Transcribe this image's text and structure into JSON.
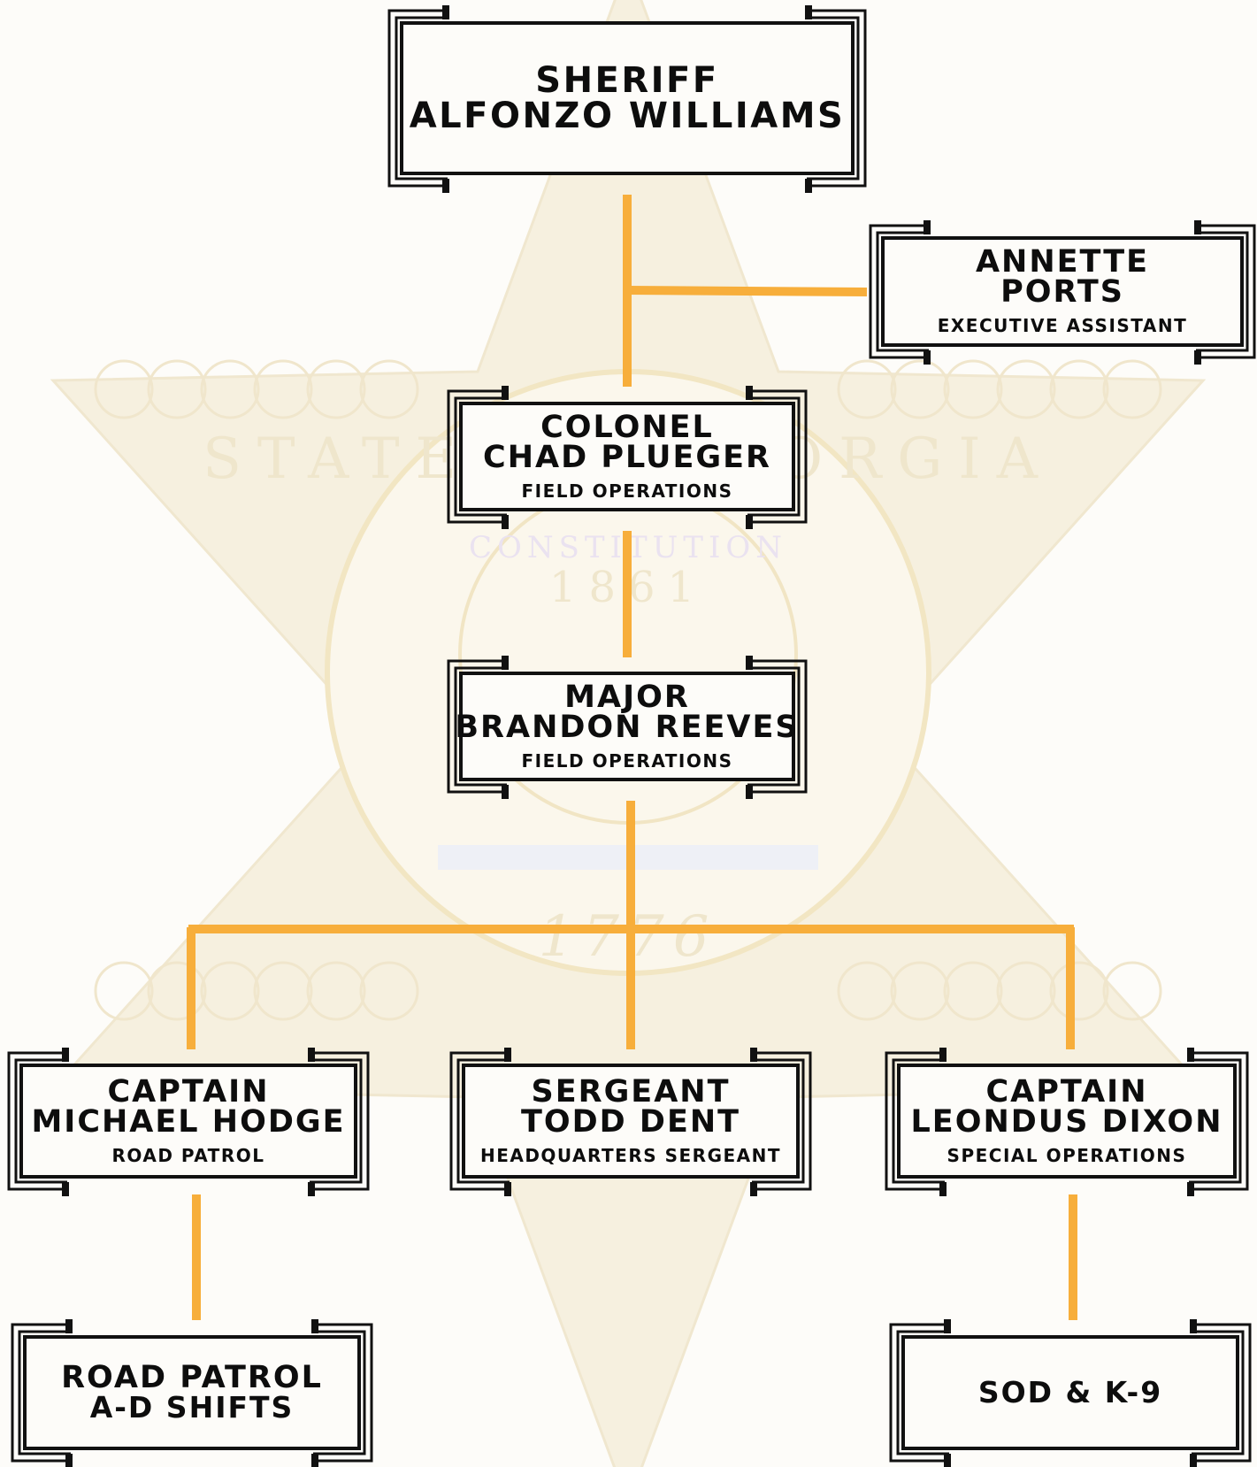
{
  "chart": {
    "colors": {
      "connector": "#f7ae3b",
      "border": "#111111",
      "background": "#fdfcf9",
      "watermark": "#f3ecd8"
    },
    "nodes": {
      "sheriff": {
        "rank": "SHERIFF",
        "name": "ALFONZO WILLIAMS",
        "role": ""
      },
      "assistant": {
        "rank": "ANNETTE",
        "name": "PORTS",
        "role": "EXECUTIVE ASSISTANT"
      },
      "colonel": {
        "rank": "COLONEL",
        "name": "CHAD PLUEGER",
        "role": "FIELD OPERATIONS"
      },
      "major": {
        "rank": "MAJOR",
        "name": "BRANDON REEVES",
        "role": "FIELD OPERATIONS"
      },
      "captain_hodge": {
        "rank": "CAPTAIN",
        "name": "MICHAEL HODGE",
        "role": "ROAD PATROL"
      },
      "sergeant_dent": {
        "rank": "SERGEANT",
        "name": "TODD DENT",
        "role": "HEADQUARTERS SERGEANT"
      },
      "captain_dixon": {
        "rank": "CAPTAIN",
        "name": "LEONDUS DIXON",
        "role": "SPECIAL OPERATIONS"
      },
      "road_patrol": {
        "rank": "ROAD PATROL",
        "name": "A-D SHIFTS",
        "role": ""
      },
      "sod": {
        "rank": "",
        "name": "SOD & K-9",
        "role": ""
      }
    },
    "watermark_text": {
      "seal_year_top": "1861",
      "seal_year_bottom": "1776",
      "seal_ring": "STATE OF GEORGIA",
      "seal_inner": "CONSTITUTION"
    }
  }
}
